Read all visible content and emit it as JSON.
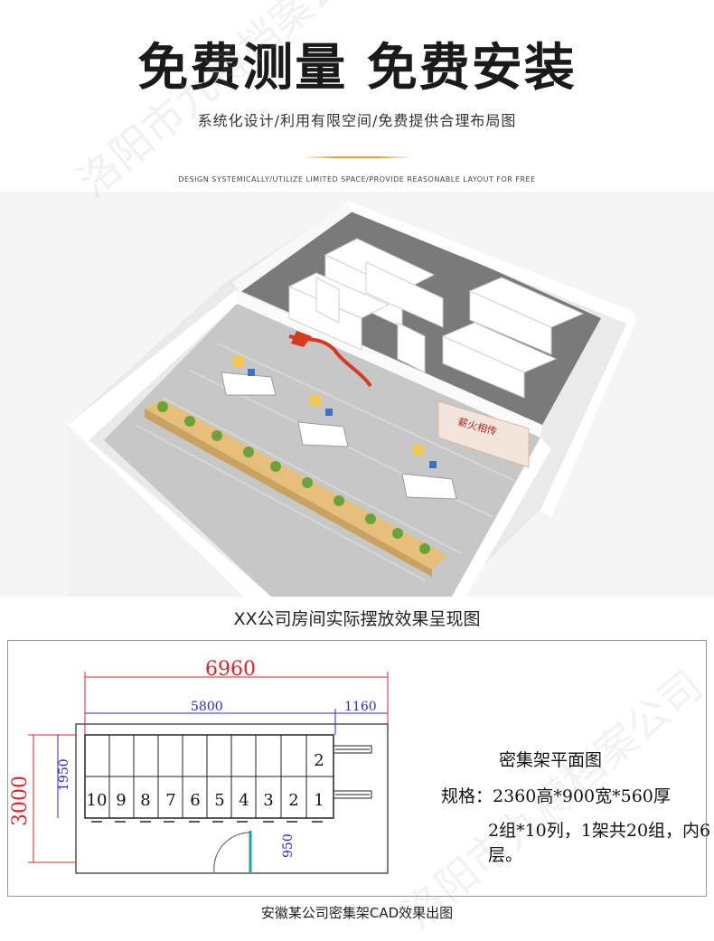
{
  "header": {
    "headline": "免费测量 免费安装",
    "subline": "系统化设计/利用有限空间/免费提供合理布局图",
    "english_line": "DESIGN SYSTEMICALLY/UTILIZE LIMITED SPACE/PROVIDE REASONABLE LAYOUT FOR FREE"
  },
  "render": {
    "wall_sign_text": "薪火相传",
    "caption": "XX公司房间实际摆放效果呈现图"
  },
  "cad": {
    "dim_total": "6960",
    "dim_main": "5800",
    "dim_side": "1160",
    "dim_height": "3000",
    "dim_inner": "1950",
    "dim_door": "950",
    "columns_bottom": [
      "10",
      "9",
      "8",
      "7",
      "6",
      "5",
      "4",
      "3",
      "2",
      "1"
    ],
    "column_top_label": "2",
    "spec_title": "密集架平面图",
    "spec_line1": "规格：2360高*900宽*560厚",
    "spec_line2": "2组*10列，1架共20组，内6层。",
    "caption": "安徽某公司密集架CAD效果出图"
  },
  "watermark": {
    "text": "洛阳市九樽档案公司"
  },
  "colors": {
    "gold": "#e0a23b",
    "dim_red": "#e0232a",
    "dim_blue": "#2a2ad8",
    "door_teal": "#1aa6a6",
    "floor_gray": "#b9b9b9",
    "cabinet_white": "#ffffff",
    "planter_wood": "#e6c07a",
    "plant_green": "#6ca23a",
    "chair_yellow": "#f2c84b"
  }
}
